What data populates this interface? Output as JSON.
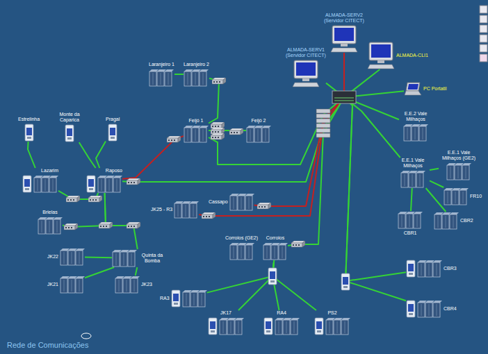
{
  "diagram": {
    "title": "Rede de Comunicações",
    "nodes": [
      {
        "text": [
          "Laranjeiro 1"
        ]
      },
      {
        "text": [
          "Laranjeiro 2"
        ]
      },
      {
        "text": [
          "ALMADA-SERV1",
          "(Servidor CITECT)"
        ]
      },
      {
        "text": [
          "ALMADA-SERV2",
          "(Servidor CITECT)"
        ]
      },
      {
        "text": [
          "ALMADA-CLI1"
        ]
      },
      {
        "text": [
          "PC Portatil"
        ]
      },
      {
        "text": [
          "Feijó 1"
        ]
      },
      {
        "text": [
          "Feijó 2"
        ]
      },
      {
        "text": [
          "E.E.2 Vale Milhaços"
        ]
      },
      {
        "text": [
          "Estrelinha"
        ]
      },
      {
        "text": [
          "Monte da Caparica"
        ]
      },
      {
        "text": [
          "Pragal"
        ]
      },
      {
        "text": [
          "E.E.1 Vale Milhaços (GE2)"
        ]
      },
      {
        "text": [
          "E.E.1 Vale Milhaços"
        ]
      },
      {
        "text": [
          "Lazarim"
        ]
      },
      {
        "text": [
          "Raposo"
        ]
      },
      {
        "text": [
          "FR10"
        ]
      },
      {
        "text": [
          "Brielas"
        ]
      },
      {
        "text": [
          "Cassapo"
        ]
      },
      {
        "text": [
          "JK25 - R3"
        ]
      },
      {
        "text": [
          "CBR1"
        ]
      },
      {
        "text": [
          "CBR2"
        ]
      },
      {
        "text": [
          "Corroios (GE2)"
        ]
      },
      {
        "text": [
          "Corroios"
        ]
      },
      {
        "text": [
          "Quinta da Bomba"
        ]
      },
      {
        "text": [
          "JK22"
        ]
      },
      {
        "text": [
          "CBR3"
        ]
      },
      {
        "text": [
          "JK21"
        ]
      },
      {
        "text": [
          "JK23"
        ]
      },
      {
        "text": [
          "RA3"
        ]
      },
      {
        "text": [
          "JK17"
        ]
      },
      {
        "text": [
          "RA4"
        ]
      },
      {
        "text": [
          "PS2"
        ]
      },
      {
        "text": [
          "CBR4"
        ]
      }
    ],
    "edges": [
      {
        "from": 2,
        "to": 3,
        "arrow": "none"
      },
      {
        "from": 4,
        "to": 3,
        "arrow": "none"
      },
      {
        "from": 5,
        "to": 3,
        "arrow": "none"
      },
      {
        "from": 0,
        "to": 1,
        "arrow": "none"
      },
      {
        "from": 1,
        "to": 6,
        "arrow": "none"
      },
      {
        "from": 6,
        "to": 7,
        "arrow": "none"
      },
      {
        "from": 3,
        "to": 6,
        "arrow": "none"
      },
      {
        "from": 3,
        "to": 8,
        "arrow": "none"
      },
      {
        "from": 3,
        "to": 13,
        "arrow": "none"
      },
      {
        "from": 13,
        "to": 12,
        "arrow": "none"
      },
      {
        "from": 13,
        "to": 16,
        "arrow": "none"
      },
      {
        "from": 13,
        "to": 21,
        "arrow": "none"
      },
      {
        "from": 13,
        "to": 20,
        "arrow": "none"
      },
      {
        "from": 9,
        "to": 14,
        "arrow": "none"
      },
      {
        "from": 10,
        "to": 15,
        "arrow": "none"
      },
      {
        "from": 11,
        "to": 15,
        "arrow": "none"
      },
      {
        "from": 14,
        "to": 15,
        "arrow": "none"
      },
      {
        "from": 15,
        "to": 6,
        "arrow": "none"
      },
      {
        "from": 3,
        "to": 15,
        "arrow": "none"
      },
      {
        "from": 15,
        "to": 17,
        "arrow": "none"
      },
      {
        "from": 15,
        "to": 24,
        "arrow": "none"
      },
      {
        "from": 3,
        "to": 18,
        "arrow": "none"
      },
      {
        "from": 3,
        "to": 19,
        "arrow": "none"
      },
      {
        "from": 3,
        "to": 23,
        "arrow": "none"
      },
      {
        "from": 24,
        "to": 25,
        "arrow": "none"
      },
      {
        "from": 24,
        "to": 27,
        "arrow": "none"
      },
      {
        "from": 24,
        "to": 28,
        "arrow": "none"
      },
      {
        "from": 23,
        "to": 29,
        "arrow": "none"
      },
      {
        "from": 23,
        "to": 30,
        "arrow": "none"
      },
      {
        "from": 23,
        "to": 31,
        "arrow": "none"
      },
      {
        "from": 23,
        "to": 32,
        "arrow": "none"
      },
      {
        "from": 3,
        "to": 26,
        "arrow": "none"
      },
      {
        "from": 3,
        "to": 33,
        "arrow": "none"
      }
    ]
  }
}
